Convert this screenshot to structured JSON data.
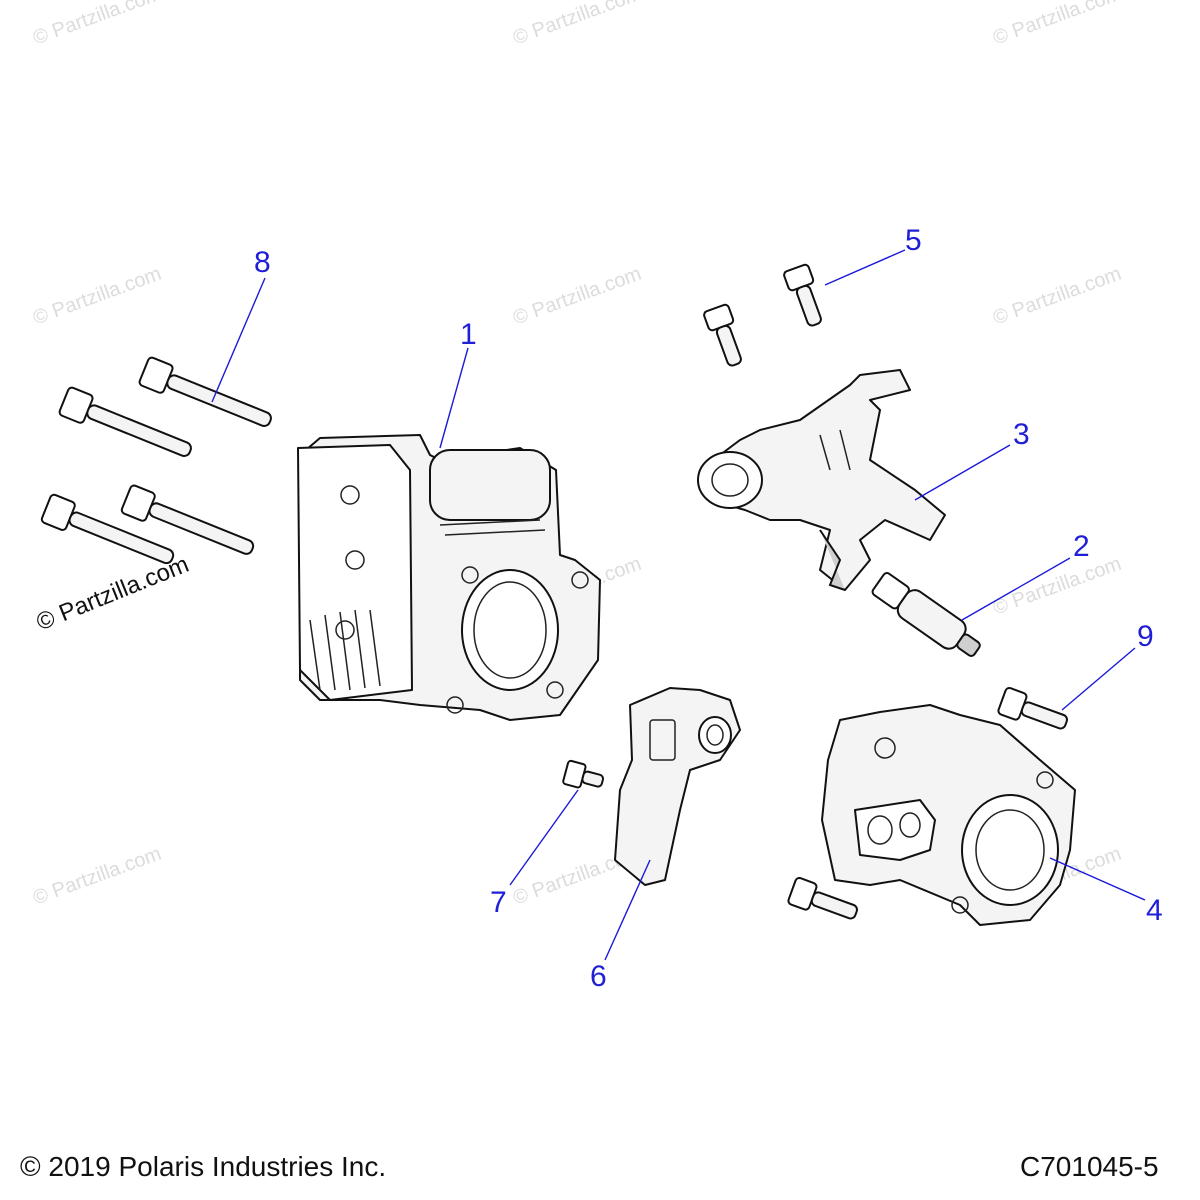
{
  "diagram": {
    "callouts": [
      "1",
      "2",
      "3",
      "4",
      "5",
      "6",
      "7",
      "8",
      "9"
    ]
  },
  "watermark": {
    "text": "© Partzilla.com"
  },
  "footer": {
    "copyright": "© 2019 Polaris Industries Inc.",
    "code": "C701045-5"
  }
}
